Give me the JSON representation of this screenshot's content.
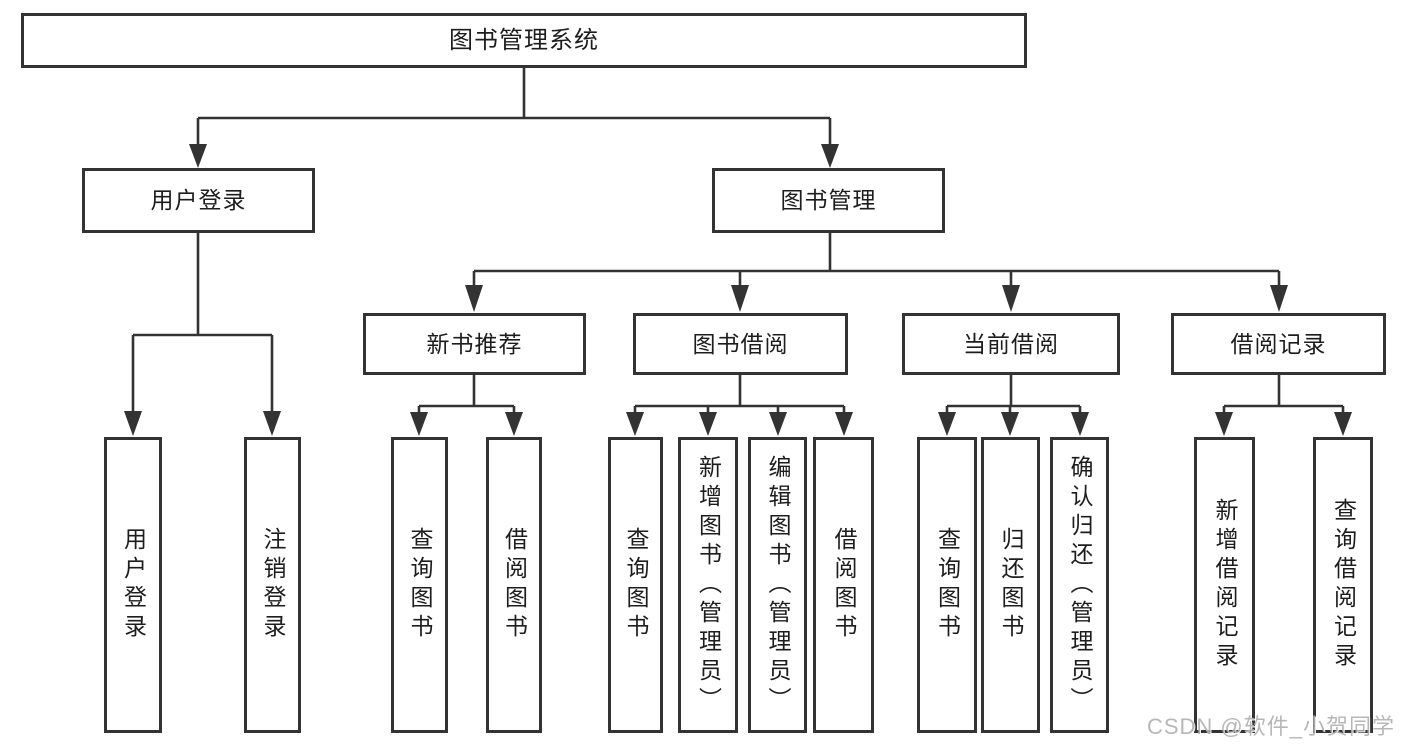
{
  "diagram": {
    "root": "图书管理系统",
    "level2": {
      "user_login": "用户登录",
      "book_mgmt": "图书管理"
    },
    "level3": {
      "new_book_rec": "新书推荐",
      "book_borrow": "图书借阅",
      "current_borrow": "当前借阅",
      "borrow_records": "借阅记录"
    },
    "leaves": {
      "user_login": "用户登录",
      "logout": "注销登录",
      "nb_query": "查询图书",
      "nb_borrow": "借阅图书",
      "bb_query": "查询图书",
      "bb_add": "新增图书（管理员）",
      "bb_edit": "编辑图书（管理员）",
      "bb_borrow": "借阅图书",
      "cb_query": "查询图书",
      "cb_return": "归还图书",
      "cb_confirm": "确认归还（管理员）",
      "br_add": "新增借阅记录",
      "br_query": "查询借阅记录"
    },
    "watermark": "CSDN @软件_小贺同学",
    "colors": {
      "line": "#333333",
      "text": "#1d1d1d",
      "watermark_text": "#b0b0b0",
      "background": "#ffffff"
    }
  }
}
